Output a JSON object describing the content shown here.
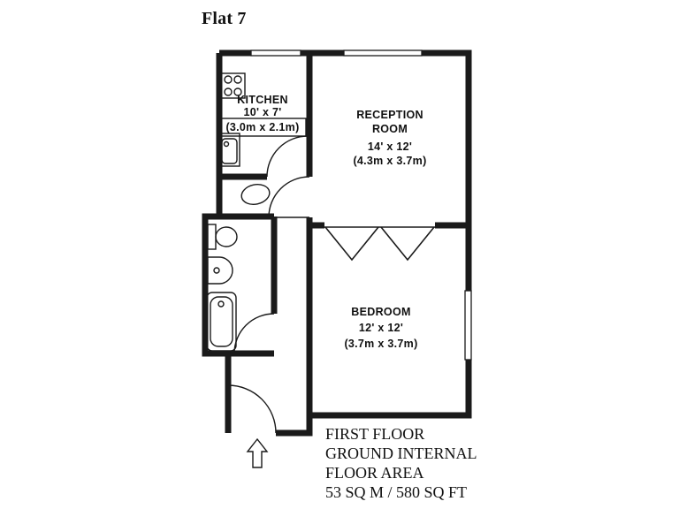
{
  "title": "Flat 7",
  "rooms": {
    "kitchen": {
      "name": "KITCHEN",
      "dims_imperial": "10' x 7'",
      "dims_metric": "(3.0m x 2.1m)"
    },
    "reception": {
      "name_line1": "RECEPTION",
      "name_line2": "ROOM",
      "dims_imperial": "14' x 12'",
      "dims_metric": "(4.3m x 3.7m)"
    },
    "bedroom": {
      "name": "BEDROOM",
      "dims_imperial": "12' x 12'",
      "dims_metric": "(3.7m x 3.7m)"
    }
  },
  "footer": {
    "line1": "FIRST FLOOR",
    "line2": "GROUND INTERNAL",
    "line3": "FLOOR AREA",
    "line4": "53 SQ M / 580 SQ FT"
  },
  "icons": {
    "fixtures": [
      "stove-icon",
      "kitchen-sink-icon",
      "wc-basin-icon",
      "toilet-icon",
      "basin-icon",
      "bathtub-icon",
      "entrance-arrow-icon"
    ]
  },
  "colors": {
    "wall": "#1a1a1a",
    "line": "#1a1a1a",
    "background": "#ffffff",
    "text": "#111111"
  }
}
